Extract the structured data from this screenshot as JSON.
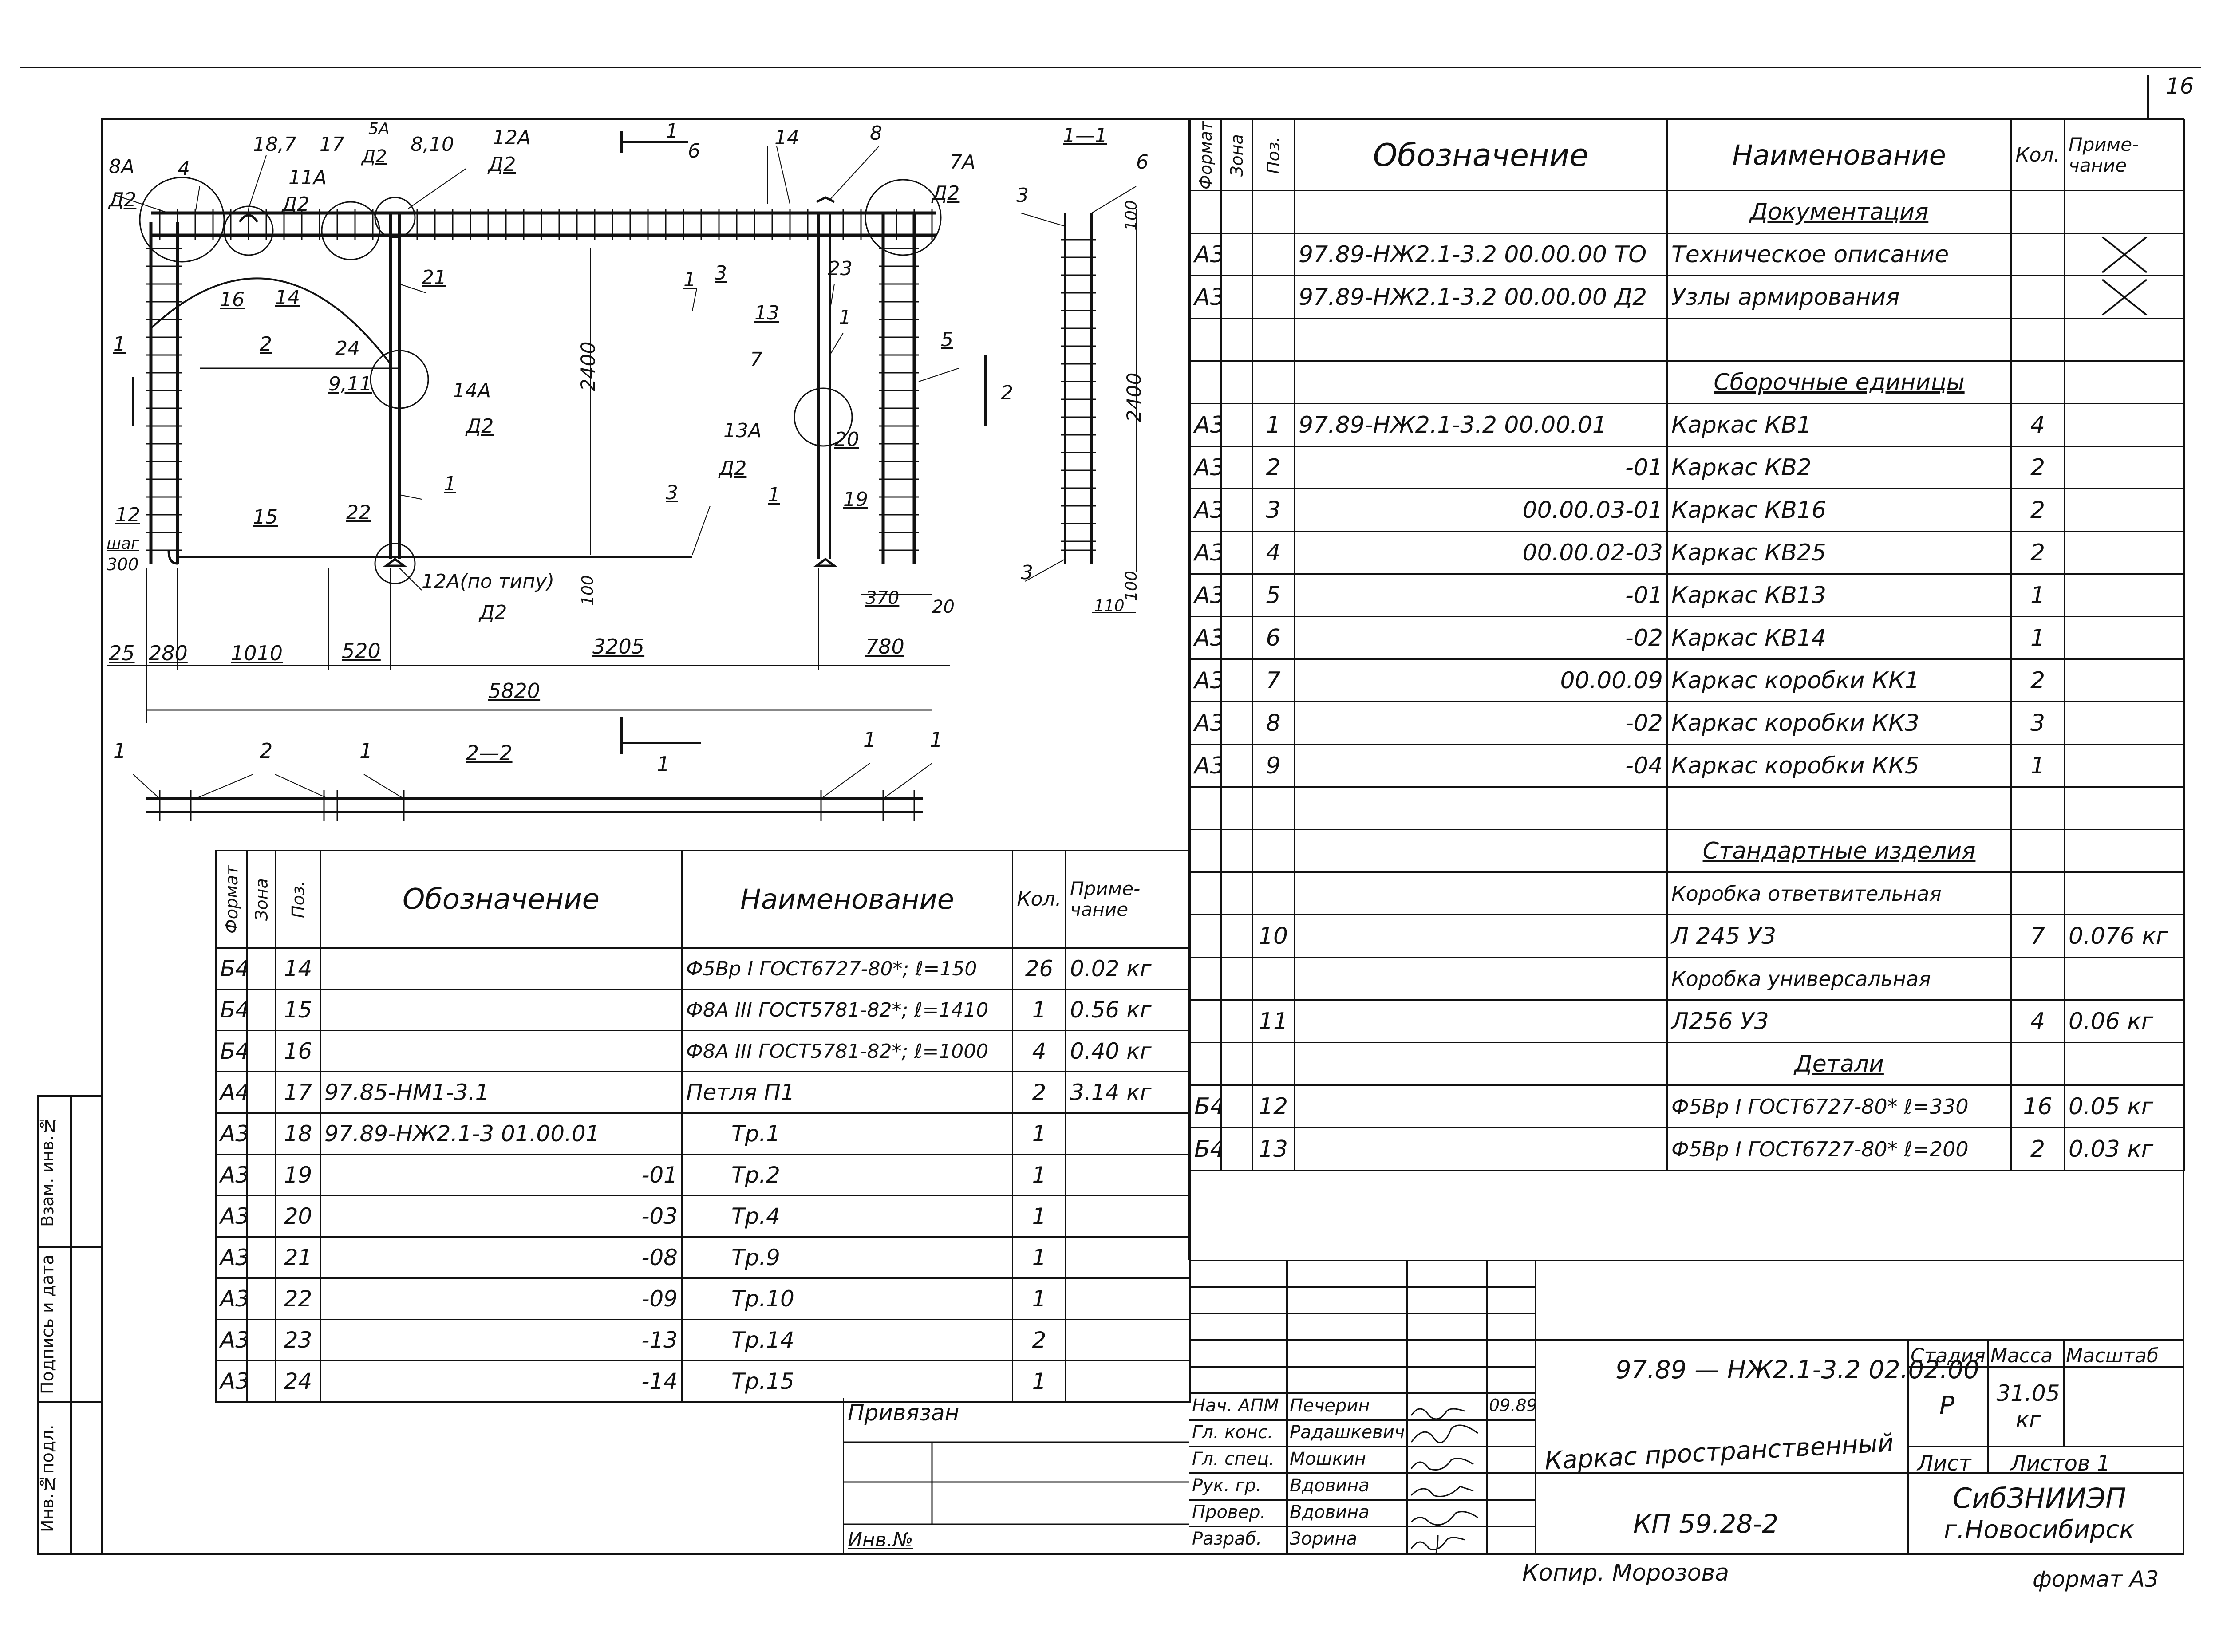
{
  "sheet": {
    "page_number": "16",
    "format_label": "формат А3",
    "copied_by": "Копир. Морозова"
  },
  "drawing": {
    "plan_labels": {
      "l8a": "8А",
      "l8a_d2": "Д2",
      "l4": "4",
      "l187": "18,7",
      "l11a": "11А",
      "l11a_d2": "Д2",
      "l17": "17",
      "l5a": "5А",
      "l5a_d2": "Д2",
      "l810": "8,10",
      "l12a": "12А",
      "l12a_d2": "Д2",
      "sec1": "1",
      "l6": "6",
      "l14": "14",
      "l8": "8",
      "l7a": "7А",
      "l7a_d2": "Д2",
      "l16": "16",
      "l14b": "14",
      "l21": "21",
      "l3a": "3",
      "l23": "23",
      "l1a": "1",
      "l5": "5",
      "l1b": "1",
      "l2a": "2",
      "l24": "24",
      "l911": "9,11",
      "l14a": "14А",
      "l14a_d2": "Д2",
      "l2400a": "2400",
      "l13": "13",
      "l7": "7",
      "l1c": "1",
      "l2b": "2",
      "l13a": "13А",
      "l13a_d2": "Д2",
      "l20": "20",
      "l1d": "1",
      "l1e": "1",
      "l3b": "3",
      "l19": "19",
      "l12": "12",
      "l15": "15",
      "l22": "22",
      "shag": "шаг",
      "l300": "300",
      "l12apt": "12А(по типу)",
      "l12apt_d2": "Д2",
      "l100a": "100",
      "l370": "370",
      "l20b": "20",
      "l2c": "2"
    },
    "dimensions": {
      "d25": "25",
      "d280": "280",
      "d1010": "1010",
      "d520": "520",
      "d3205": "3205",
      "d780": "780",
      "d5820": "5820"
    },
    "section_1": {
      "title": "1—1",
      "l3a": "3",
      "l6": "6",
      "d100a": "100",
      "d2400": "2400",
      "d100b": "100",
      "l3b": "3",
      "d110": "110"
    },
    "section_2": {
      "title": "2—2",
      "l1a": "1",
      "l2": "2",
      "l1b": "1",
      "l1c": "1",
      "l1d": "1",
      "cut": "1"
    }
  },
  "spec_right": {
    "headers": {
      "format": "Формат",
      "zone": "Зона",
      "pos": "Поз.",
      "designation": "Обозначение",
      "name": "Наименование",
      "qty": "Кол.",
      "note": "Приме-\nчание"
    },
    "rows": [
      {
        "f": "",
        "p": "",
        "d": "",
        "n": "Документация",
        "q": "",
        "note": "",
        "type": "section"
      },
      {
        "f": "А3",
        "p": "",
        "d": "97.89-НЖ2.1-3.2  00.00.00 ТО",
        "n": "Техническое описание",
        "q": "",
        "note": "",
        "type": "x"
      },
      {
        "f": "А3",
        "p": "",
        "d": "97.89-НЖ2.1-3.2  00.00.00 Д2",
        "n": "Узлы армирования",
        "q": "",
        "note": "",
        "type": "x"
      },
      {
        "f": "",
        "p": "",
        "d": "",
        "n": "",
        "q": "",
        "note": ""
      },
      {
        "f": "",
        "p": "",
        "d": "",
        "n": "Сборочные   единицы",
        "q": "",
        "note": "",
        "type": "section"
      },
      {
        "f": "А3",
        "p": "1",
        "d": "97.89-НЖ2.1-3.2  00.00.01",
        "n": "Каркас  КВ1",
        "q": "4",
        "note": ""
      },
      {
        "f": "А3",
        "p": "2",
        "d": "-01",
        "n": "Каркас  КВ2",
        "q": "2",
        "note": ""
      },
      {
        "f": "А3",
        "p": "3",
        "d": "00.00.03-01",
        "n": "Каркас  КВ16",
        "q": "2",
        "note": ""
      },
      {
        "f": "А3",
        "p": "4",
        "d": "00.00.02-03",
        "n": "Каркас  КВ25",
        "q": "2",
        "note": ""
      },
      {
        "f": "А3",
        "p": "5",
        "d": "-01",
        "n": "Каркас  КВ13",
        "q": "1",
        "note": ""
      },
      {
        "f": "А3",
        "p": "6",
        "d": "-02",
        "n": "Каркас  КВ14",
        "q": "1",
        "note": ""
      },
      {
        "f": "А3",
        "p": "7",
        "d": "00.00.09",
        "n": "Каркас коробки КК1",
        "q": "2",
        "note": ""
      },
      {
        "f": "А3",
        "p": "8",
        "d": "-02",
        "n": "Каркас коробки КК3",
        "q": "3",
        "note": ""
      },
      {
        "f": "А3",
        "p": "9",
        "d": "-04",
        "n": "Каркас коробки КК5",
        "q": "1",
        "note": ""
      },
      {
        "f": "",
        "p": "",
        "d": "",
        "n": "",
        "q": "",
        "note": ""
      },
      {
        "f": "",
        "p": "",
        "d": "",
        "n": "Стандартные  изделия",
        "q": "",
        "note": "",
        "type": "section"
      },
      {
        "f": "",
        "p": "",
        "d": "",
        "n": "Коробка ответвительная",
        "q": "",
        "note": ""
      },
      {
        "f": "",
        "p": "10",
        "d": "",
        "n": "Л 245 У3",
        "q": "7",
        "note": "0.076 кг"
      },
      {
        "f": "",
        "p": "",
        "d": "",
        "n": "Коробка универсальная",
        "q": "",
        "note": ""
      },
      {
        "f": "",
        "p": "11",
        "d": "",
        "n": "Л256 У3",
        "q": "4",
        "note": "0.06 кг"
      },
      {
        "f": "",
        "p": "",
        "d": "",
        "n": "Детали",
        "q": "",
        "note": "",
        "type": "section"
      },
      {
        "f": "Б4",
        "p": "12",
        "d": "",
        "n": "Ф5Вр I ГОСТ6727-80* ℓ=330",
        "q": "16",
        "note": "0.05 кг"
      },
      {
        "f": "Б4",
        "p": "13",
        "d": "",
        "n": "Ф5Вр I ГОСТ6727-80* ℓ=200",
        "q": "2",
        "note": "0.03 кг"
      }
    ]
  },
  "spec_left": {
    "headers": {
      "format": "Формат",
      "zone": "Зона",
      "pos": "Поз.",
      "designation": "Обозначение",
      "name": "Наименование",
      "qty": "Кол.",
      "note": "Приме-\nчание"
    },
    "rows": [
      {
        "f": "Б4",
        "p": "14",
        "d": "",
        "n": "Ф5Вр I ГОСТ6727-80*; ℓ=150",
        "q": "26",
        "note": "0.02 кг"
      },
      {
        "f": "Б4",
        "p": "15",
        "d": "",
        "n": "Ф8А III ГОСТ5781-82*; ℓ=1410",
        "q": "1",
        "note": "0.56 кг"
      },
      {
        "f": "Б4",
        "p": "16",
        "d": "",
        "n": "Ф8А III ГОСТ5781-82*; ℓ=1000",
        "q": "4",
        "note": "0.40 кг"
      },
      {
        "f": "А4",
        "p": "17",
        "d": "97.85-НМ1-3.1",
        "n": "Петля  П1",
        "q": "2",
        "note": "3.14 кг"
      },
      {
        "f": "А3",
        "p": "18",
        "d": "97.89-НЖ2.1-3   01.00.01",
        "n": "Тр.1",
        "q": "1",
        "note": ""
      },
      {
        "f": "А3",
        "p": "19",
        "d": "-01",
        "n": "Тр.2",
        "q": "1",
        "note": ""
      },
      {
        "f": "А3",
        "p": "20",
        "d": "-03",
        "n": "Тр.4",
        "q": "1",
        "note": ""
      },
      {
        "f": "А3",
        "p": "21",
        "d": "-08",
        "n": "Тр.9",
        "q": "1",
        "note": ""
      },
      {
        "f": "А3",
        "p": "22",
        "d": "-09",
        "n": "Тр.10",
        "q": "1",
        "note": ""
      },
      {
        "f": "А3",
        "p": "23",
        "d": "-13",
        "n": "Тр.14",
        "q": "2",
        "note": ""
      },
      {
        "f": "А3",
        "p": "24",
        "d": "-14",
        "n": "Тр.15",
        "q": "1",
        "note": ""
      }
    ]
  },
  "privyazan": {
    "label": "Привязан",
    "inv_label": "Инв.№"
  },
  "side_stamp": {
    "inv_podl": "Инв.№подл.",
    "podpis": "Подпись и дата",
    "vzam": "Взам. инв.№"
  },
  "title_block": {
    "code": "97.89 — НЖ2.1-3.2   02.02.00",
    "name_line1": "Каркас пространственный",
    "name_line2": "КП 59.28-2",
    "stage_h": "Стадия",
    "mass_h": "Масса",
    "scale_h": "Масштаб",
    "stage": "Р",
    "mass": "31.05 кг",
    "sheet": "Лист",
    "sheets": "Листов 1",
    "org_line1": "СибЗНИИЭП",
    "org_line2": "г.Новосибирск",
    "date": "09.89",
    "signers": [
      {
        "role": "Нач. АПМ",
        "name": "Печерин"
      },
      {
        "role": "Гл. конс.",
        "name": "Радашкевич"
      },
      {
        "role": "Гл. спец.",
        "name": "Мошкин"
      },
      {
        "role": "Рук. гр.",
        "name": "Вдовина"
      },
      {
        "role": "Провер.",
        "name": "Вдовина"
      },
      {
        "role": "Разраб.",
        "name": "Зорина"
      }
    ]
  }
}
